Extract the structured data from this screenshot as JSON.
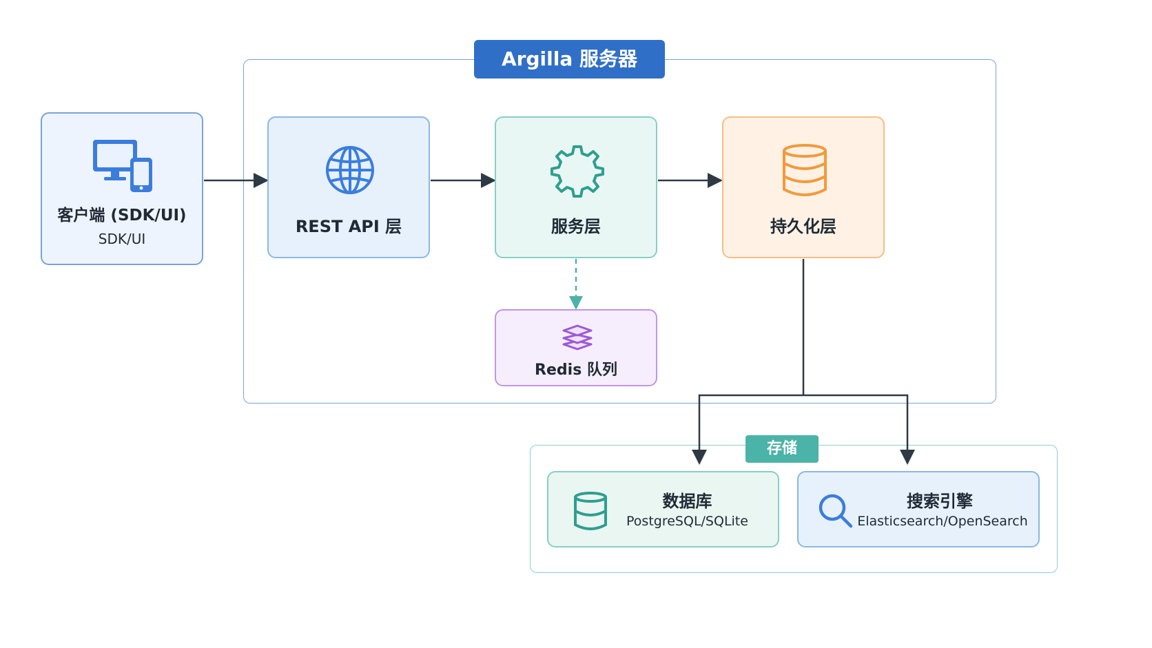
{
  "server": {
    "label": "Argilla 服务器"
  },
  "client": {
    "title": "客户端 (SDK/UI)",
    "subtitle": "SDK/UI",
    "icon": "devices-icon"
  },
  "rest_api": {
    "title": "REST API 层",
    "icon": "globe-icon"
  },
  "service": {
    "title": "服务层",
    "icon": "gear-icon"
  },
  "persistence": {
    "title": "持久化层",
    "icon": "database-icon"
  },
  "redis": {
    "title": "Redis 队列",
    "icon": "stack-icon"
  },
  "storage": {
    "label": "存储",
    "database": {
      "title": "数据库",
      "subtitle": "PostgreSQL/SQLite",
      "icon": "database-icon"
    },
    "search": {
      "title": "搜索引擎",
      "subtitle": "Elasticsearch/OpenSearch",
      "icon": "search-icon"
    }
  },
  "colors": {
    "frame": "#7aa2d6",
    "server_label_bg": "#2f6fc7",
    "storage_label_bg": "#4bb3a8",
    "client_bg": "#eef4fd",
    "rest_bg": "#e6f1fb",
    "service_bg": "#e9f7f4",
    "persistence_bg": "#fff2e4",
    "redis_bg": "#f6eefc",
    "database_bg": "#e9f6f1",
    "search_bg": "#e7f1fb",
    "arrow": "#2d3a46",
    "dashed_arrow": "#4bb3a8"
  }
}
